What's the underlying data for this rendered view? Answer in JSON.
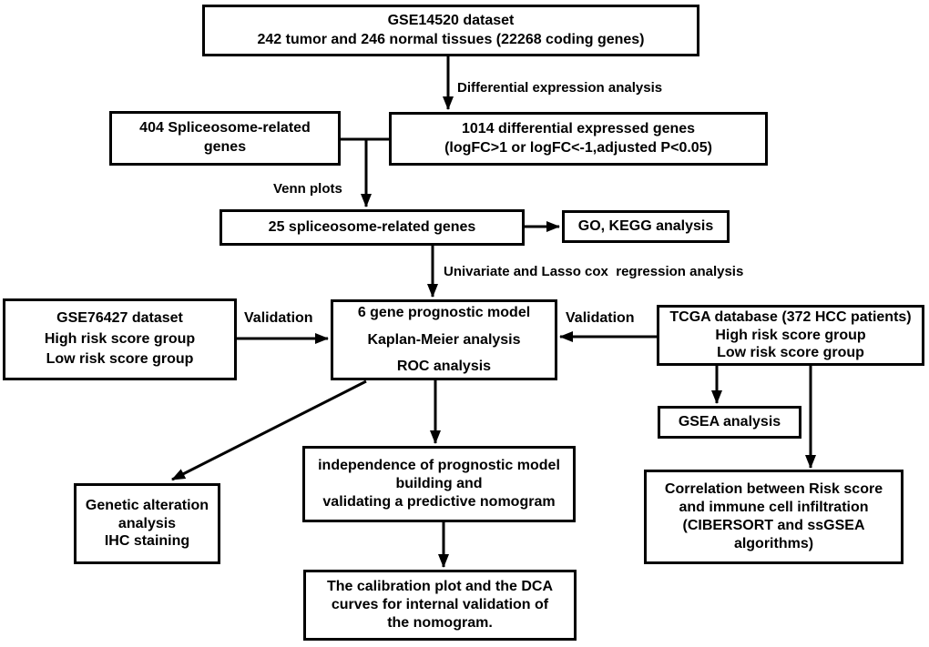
{
  "figure_type": "study-workflow-flowchart",
  "colors": {
    "background": "#ffffff",
    "line": "#000000",
    "text": "#000000"
  },
  "nodes": {
    "gse14520": "GSE14520 dataset\n242 tumor and 246 normal tissues (22268 coding genes)",
    "spliceosome_404": "404 Spliceosome-related\ngenes",
    "deg_1014": "1014 differential expressed genes\n(logFC>1 or logFC<-1,adjusted P<0.05)",
    "genes_25": "25 spliceosome-related genes",
    "go_kegg": "GO, KEGG analysis",
    "model": "6 gene prognostic model\nKaplan-Meier analysis\nROC analysis",
    "gse76427": "GSE76427 dataset\nHigh risk score group\nLow risk score group",
    "tcga": "TCGA database (372 HCC patients)\nHigh risk score group\nLow risk score group",
    "gsea": "GSEA analysis",
    "correlation": "Correlation between Risk score\nand immune cell infiltration\n(CIBERSORT and ssGSEA\nalgorithms)",
    "genetic": "Genetic alteration\nanalysis\nIHC staining",
    "independence": "independence of prognostic model\nbuilding and\nvalidating a predictive nomogram",
    "calibration": "The calibration plot and the DCA\ncurves for internal validation of\nthe nomogram."
  },
  "edge_labels": {
    "differential": "Differential expression analysis",
    "venn": "Venn plots",
    "cox": "Univariate and Lasso cox  regression analysis",
    "validation_left": "Validation",
    "validation_right": "Validation"
  }
}
